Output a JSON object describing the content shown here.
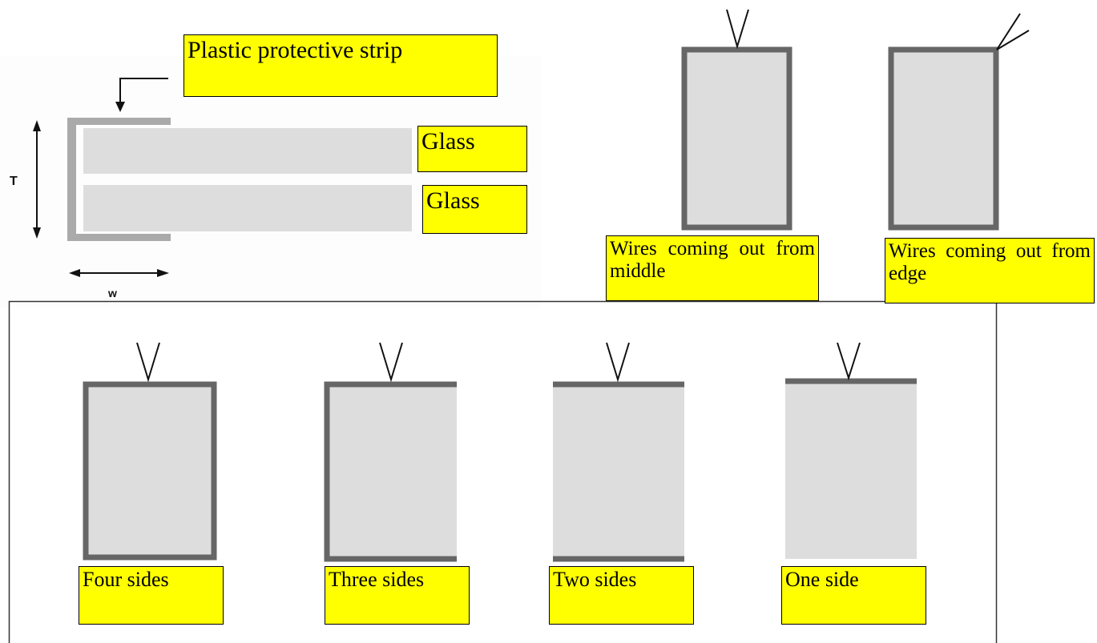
{
  "labels": {
    "strip": "Plastic protective strip",
    "glass_top": "Glass",
    "glass_bottom": "Glass",
    "dim_t": "T",
    "dim_w": "w",
    "wires_middle": "Wires coming out from middle",
    "wires_edge": "Wires coming out from edge",
    "four_sides": "Four sides",
    "three_sides": "Three sides",
    "two_sides": "Two sides",
    "one_side": "One side"
  },
  "colors": {
    "label_fill": "#ffff00",
    "glass_fill": "#dddddd",
    "strip_fill": "#aaaaaa",
    "frame_stroke": "#666666",
    "wire_stroke": "#111111"
  }
}
